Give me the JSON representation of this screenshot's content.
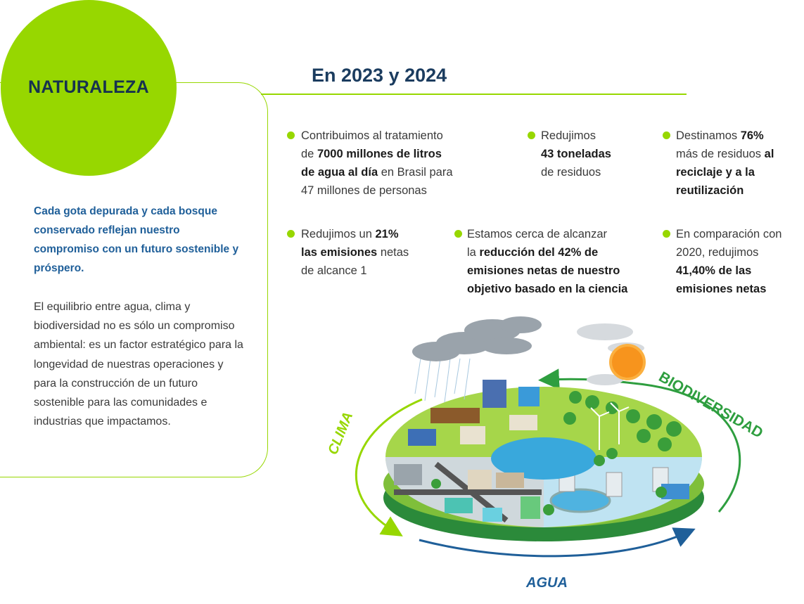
{
  "section": {
    "badge_title": "NATURALEZA",
    "intro_bold": "Cada gota depurada y cada bosque conservado reflejan nuestro compromiso con un futuro sostenible y próspero.",
    "intro_body": "El equilibrio entre agua, clima y biodiversidad no es sólo un compromiso ambiental: es un factor estratégico para la longevidad de nuestras operaciones y para la construcción de un futuro sostenible para las comunidades e industrias que impactamos."
  },
  "heading": "En 2023 y 2024",
  "stats": [
    {
      "l1_pre": "Contribuimos al tratamiento",
      "l2_pre": "de ",
      "l2_bold": "7000 millones de litros",
      "l3_bold": "de agua al día",
      "l3_post": " en Brasil para",
      "l4": "47 millones de personas"
    },
    {
      "l1": "Redujimos",
      "l2_bold": "43 toneladas",
      "l3": "de residuos"
    },
    {
      "l1_pre": "Destinamos ",
      "l1_bold": "76%",
      "l2_pre": "más de residuos ",
      "l2_bold": "al",
      "l3_bold": "reciclaje y a la",
      "l4_bold": "reutilización"
    },
    {
      "l1_pre": "Redujimos un ",
      "l1_bold": "21%",
      "l2_bold": "las emisiones",
      "l2_post": " netas",
      "l3": "de alcance 1"
    },
    {
      "l1": "Estamos cerca de alcanzar",
      "l2_pre": "la ",
      "l2_bold": "reducción del 42% de",
      "l3_bold": "emisiones netas de nuestro",
      "l4_bold": "objetivo basado en la ciencia"
    },
    {
      "l1": "En comparación con",
      "l2": "2020, redujimos",
      "l3_bold": "41,40% de las",
      "l4_bold": "emisiones netas"
    }
  ],
  "cycle_labels": {
    "clima": "CLIMA",
    "agua": "AGUA",
    "biodiversidad": "BIODIVERSIDAD"
  },
  "colors": {
    "green": "#97d700",
    "navy": "#1b3c5f",
    "blue": "#1f5f99",
    "biodiv_green": "#2e9e3f"
  }
}
